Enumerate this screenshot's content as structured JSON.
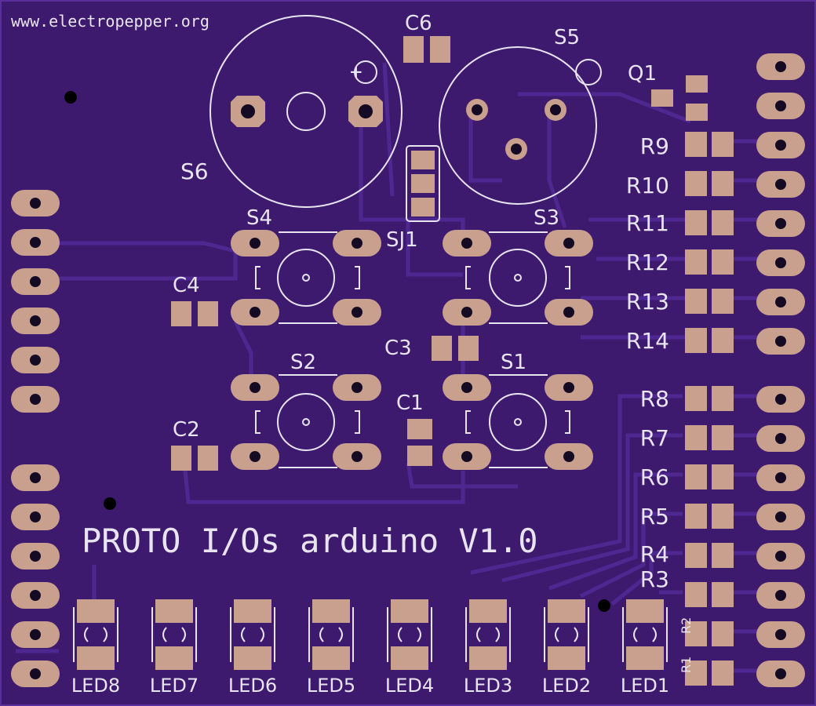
{
  "board": {
    "url": "www.electropepper.org",
    "title": "PROTO I/Os arduino V1.0",
    "plus_sign": "+"
  },
  "components": {
    "caps": [
      "C6",
      "C4",
      "C3",
      "C2",
      "C1"
    ],
    "switches": [
      "S6",
      "S5",
      "S4",
      "S3",
      "S2",
      "S1"
    ],
    "jumper": "SJ1",
    "transistor": "Q1",
    "resistors_top": [
      "R9",
      "R10",
      "R11",
      "R12",
      "R13",
      "R14"
    ],
    "resistors_bottom": [
      "R8",
      "R7",
      "R6",
      "R5",
      "R4",
      "R3",
      "R2",
      "R1"
    ],
    "leds": [
      "LED8",
      "LED7",
      "LED6",
      "LED5",
      "LED4",
      "LED3",
      "LED2",
      "LED1"
    ]
  },
  "colors": {
    "board": "#3d1a6e",
    "trace": "#4e2890",
    "pad": "#c9a08e",
    "silk": "#e8e4f0",
    "drill": "#140a24"
  }
}
